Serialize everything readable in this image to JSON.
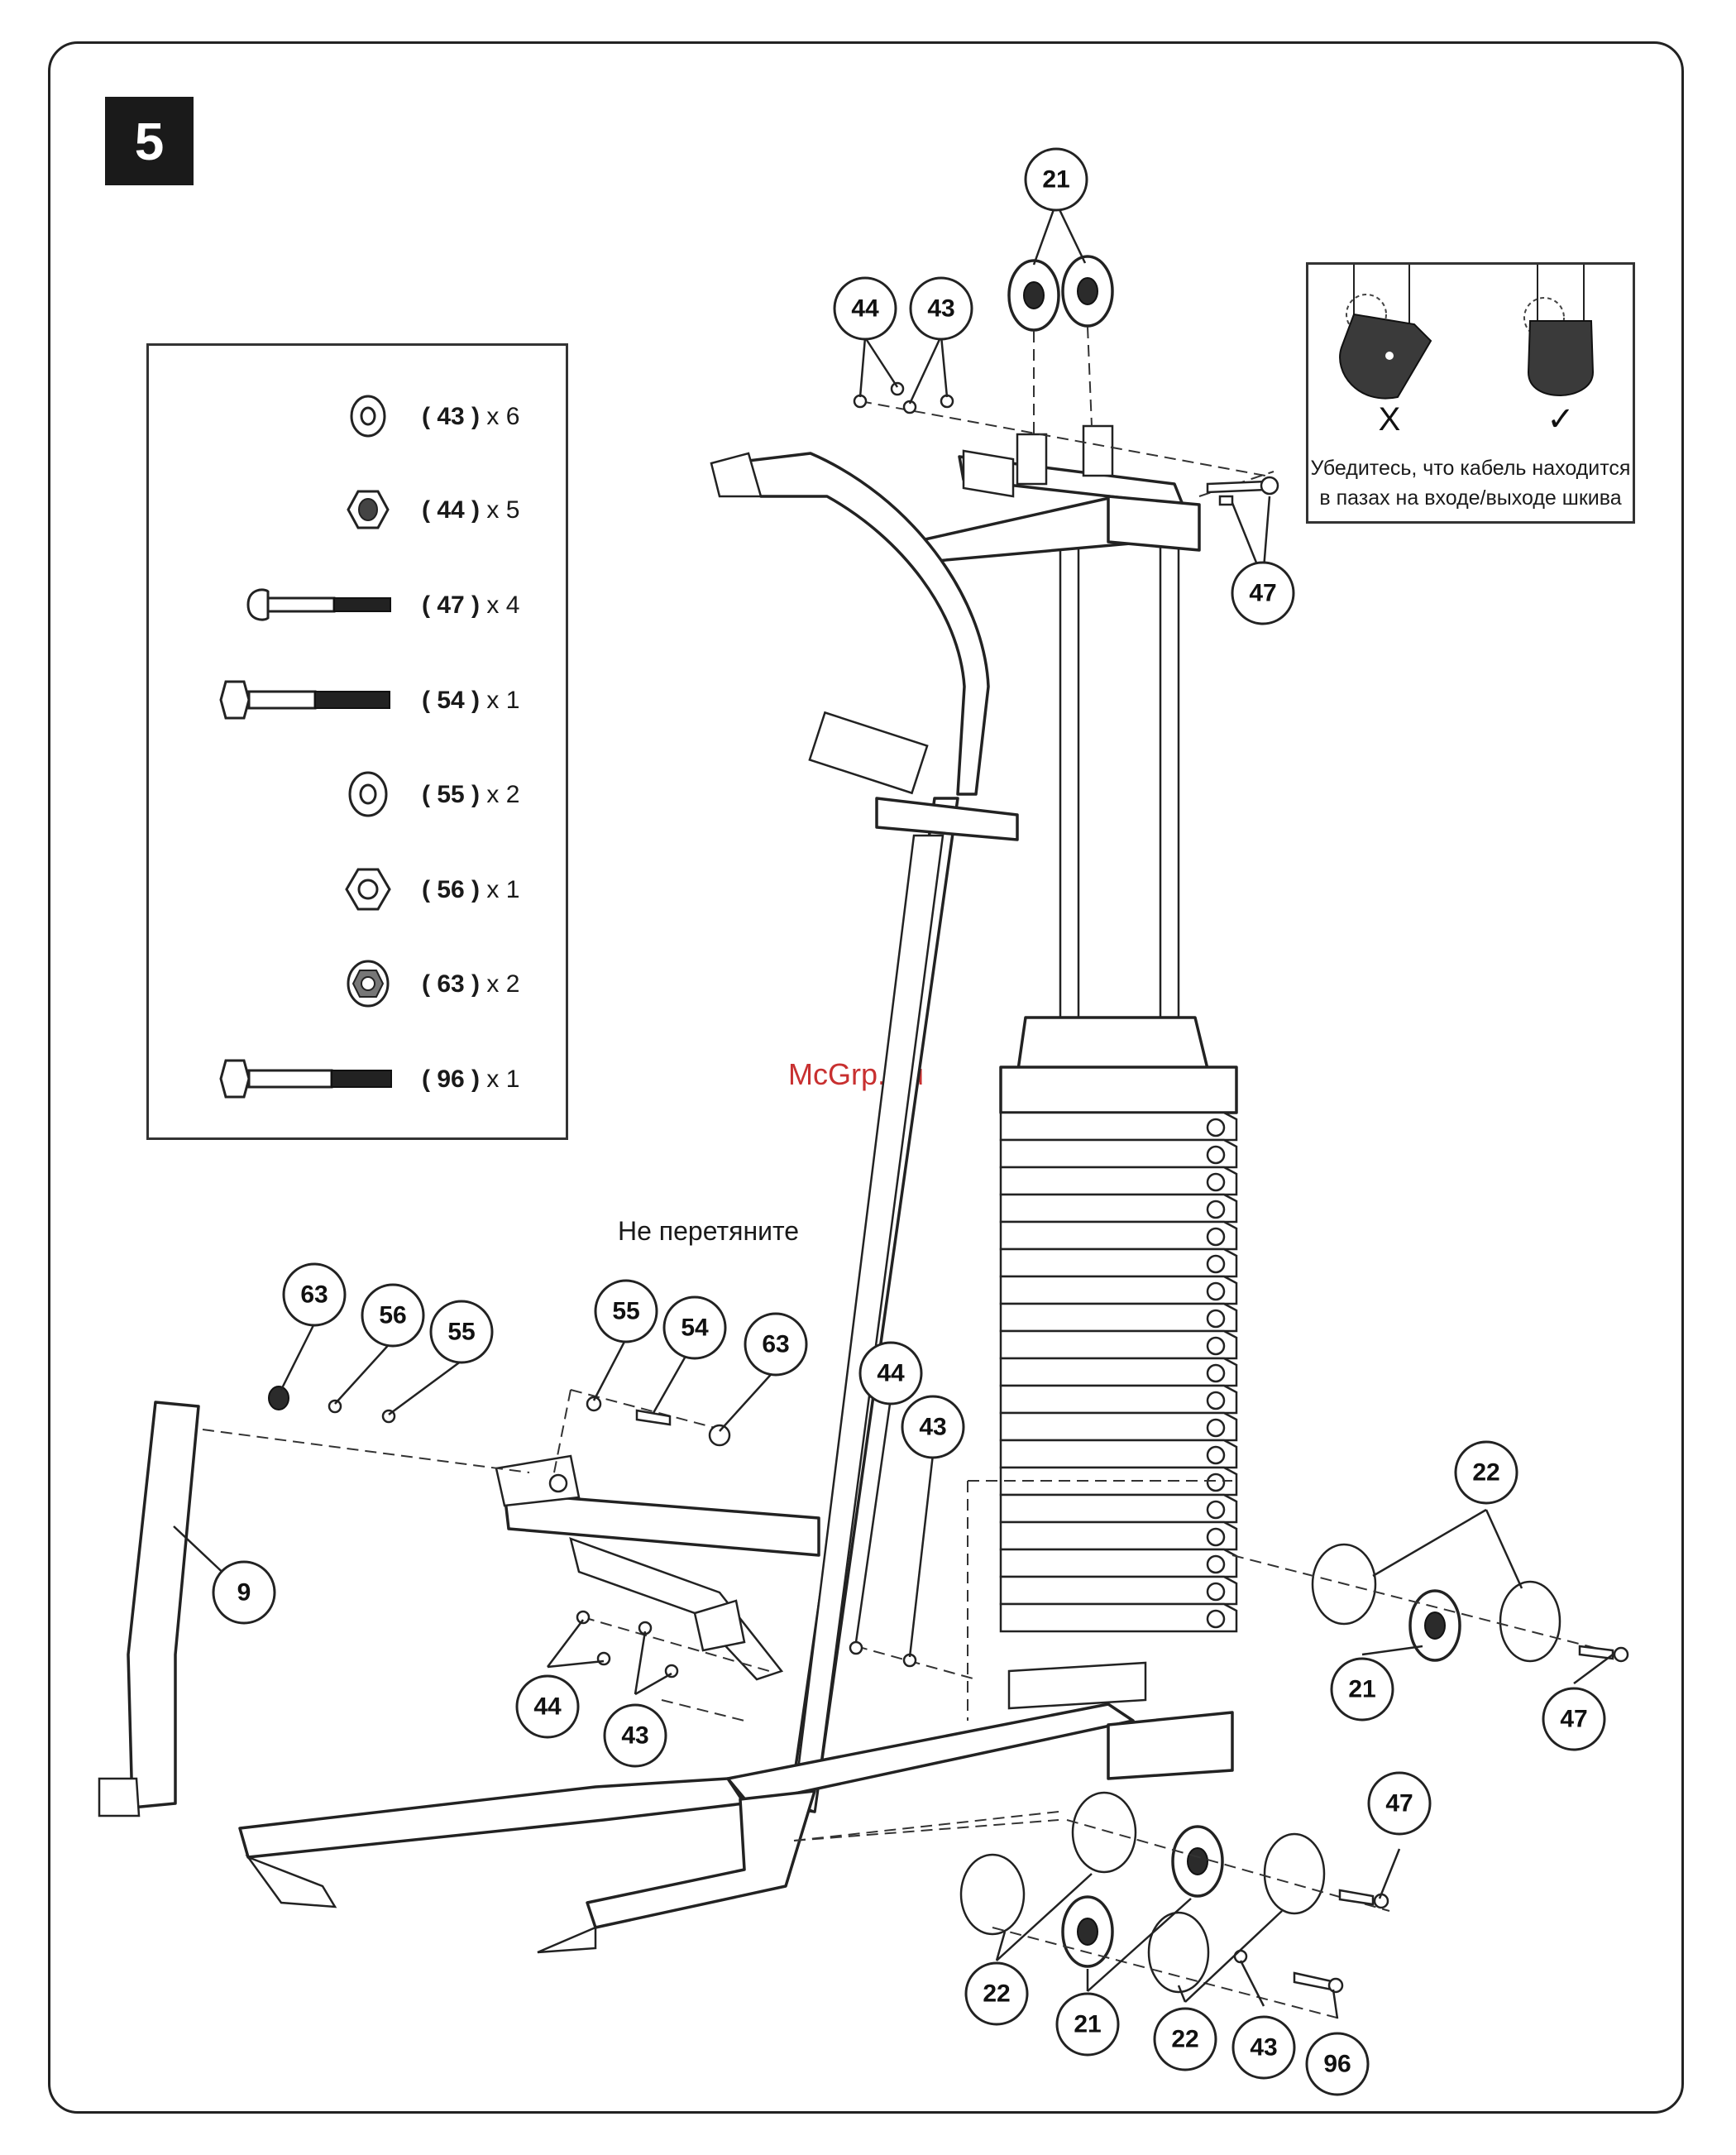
{
  "step": "5",
  "parts_list": [
    {
      "id": "43",
      "qty": "x 6",
      "icon": "washer-icon"
    },
    {
      "id": "44",
      "qty": "x 5",
      "icon": "lock-nut-icon"
    },
    {
      "id": "47",
      "qty": "x 4",
      "icon": "carriage-bolt-icon"
    },
    {
      "id": "54",
      "qty": "x 1",
      "icon": "hex-bolt-icon"
    },
    {
      "id": "55",
      "qty": "x 2",
      "icon": "washer-icon"
    },
    {
      "id": "56",
      "qty": "x 1",
      "icon": "hex-nut-icon"
    },
    {
      "id": "63",
      "qty": "x 2",
      "icon": "cap-nut-icon"
    },
    {
      "id": "96",
      "qty": "x 1",
      "icon": "hex-bolt-icon"
    }
  ],
  "note": {
    "wrong_mark": "X",
    "right_mark": "✓",
    "line1": "Убедитесь, что кабель находится",
    "line2": "в пазах на входе/выходе шкива"
  },
  "warning": "Не перетяните",
  "watermark": "McGrp.Ru",
  "callouts": [
    "21",
    "44",
    "43",
    "47",
    "9",
    "63",
    "56",
    "55",
    "55",
    "54",
    "63",
    "44",
    "43",
    "44",
    "43",
    "22",
    "21",
    "47",
    "47",
    "22",
    "21",
    "22",
    "43",
    "96"
  ]
}
